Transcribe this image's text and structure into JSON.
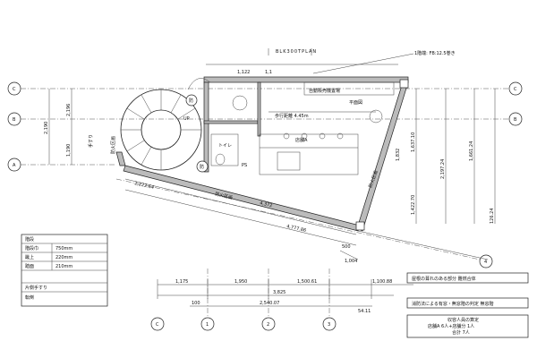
{
  "title": "BLK300TPLAN",
  "grid": {
    "rows": [
      "C",
      "B",
      "A"
    ],
    "right_rows": [
      "C",
      "B"
    ],
    "cols_bottom": [
      "C",
      "1",
      "2",
      "3"
    ],
    "diag": "4"
  },
  "rooms": {
    "sales_area": "自動販売機置場",
    "walkway": "歩行距離 4.45m",
    "store_a": "店舗A",
    "toilet": "トイレ",
    "ps": "PS",
    "up": "UP",
    "fire1": "防",
    "fire2": "防",
    "stair_ref": "手すり",
    "right_note": "防火区画",
    "left_note": "防火区画",
    "bottom_note": "防火区画",
    "plan_label": "平面図"
  },
  "top_note": "1階端: FB:12.5巻き",
  "top_dims": {
    "a": "1,122",
    "b": "1,1"
  },
  "left_dims": [
    "2,190",
    "2,196",
    "1,190"
  ],
  "right_dims": [
    "1,637.10",
    "2,197.24",
    "1,661.24",
    "1,422.70",
    "1,832",
    "126.24"
  ],
  "diag_dims": [
    "2,222.64",
    "4,372",
    "4,777.86"
  ],
  "bottom_dims": {
    "segments": [
      "1,175",
      "1,950",
      "1,500.61",
      "1,100.88"
    ],
    "total": "3,825",
    "small": [
      "100",
      "2,540.07",
      "54.11"
    ],
    "extra": [
      "500",
      "1,004"
    ]
  },
  "legend": {
    "heading": "階段",
    "rows": [
      {
        "label": "階段巾",
        "value": "750mm"
      },
      {
        "label": "蹴上",
        "value": "220mm"
      },
      {
        "label": "踏面",
        "value": "210mm"
      }
    ],
    "foot1": "片側手すり",
    "foot2": "転倒"
  },
  "notes": {
    "box1": "屋根の葺れのある部分  難燃合体",
    "box2": "消防法による有窓・無窓階の判定  無窓階",
    "box3_title": "収容人員の算定",
    "box3_line1": "店舗A  6人+店舗分  1人",
    "box3_line2": "合計  7人"
  }
}
